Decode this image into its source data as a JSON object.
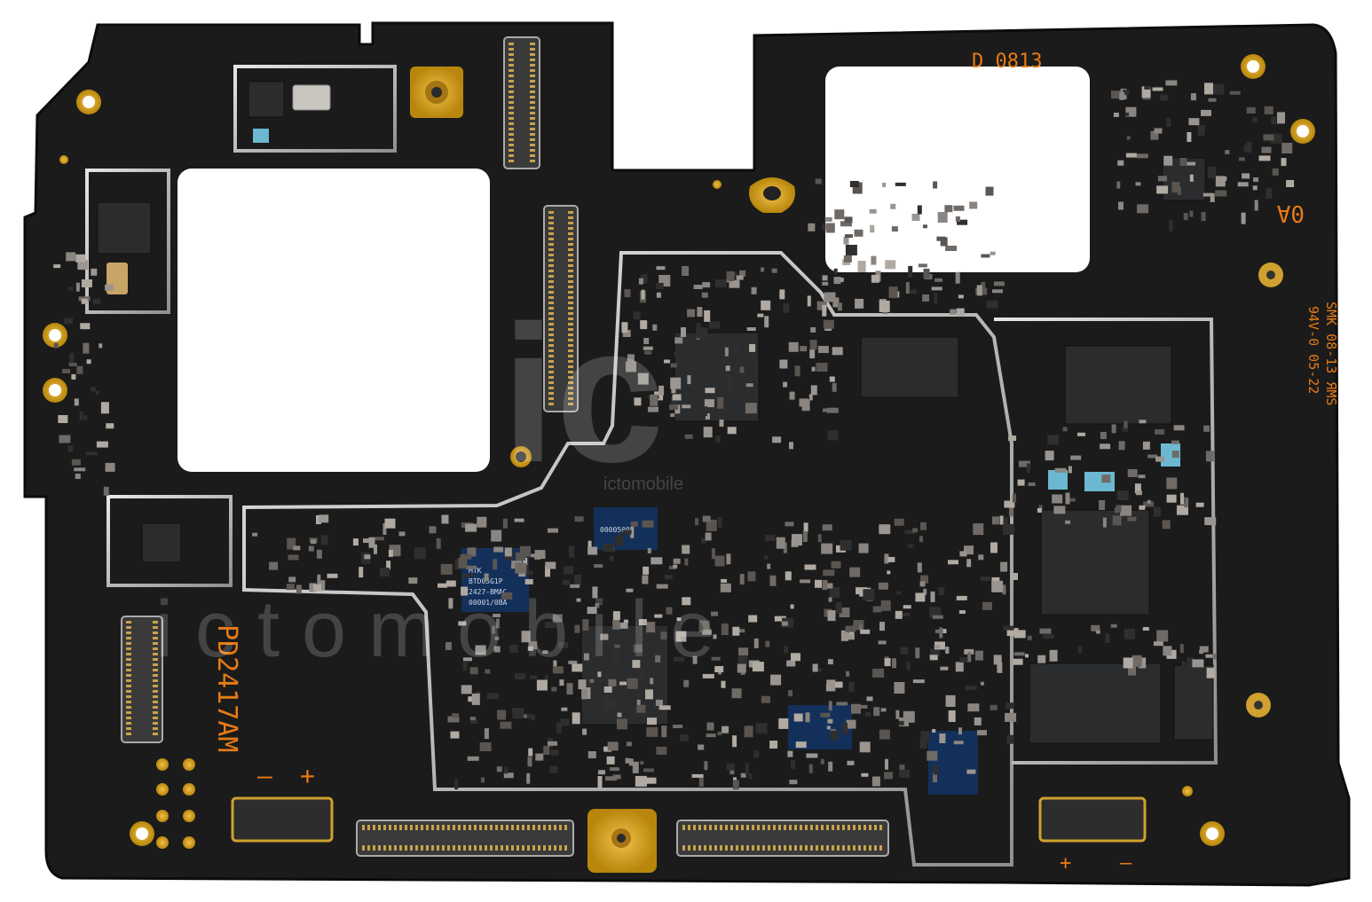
{
  "board": {
    "model_marking": "PD2417AM",
    "revision_marking": "D 0813",
    "corner_marking": "0A",
    "fab_marking_line1": "SMK 08-13 ЯMS",
    "fab_marking_line2": "94V-0 05-22",
    "polarity_plus": "+",
    "polarity_minus": "–"
  },
  "chips": {
    "mtk_label": "MTK",
    "mtk_code1": "BTD05G1P",
    "mtk_code2": "2427-BMAC",
    "mtk_code3": "00001/0BA",
    "mtk_code4": "00005001"
  },
  "watermark": {
    "logo_text": "ic",
    "site_text": "ictomobile",
    "big_text": "i c t o m o b i l e"
  },
  "colors": {
    "pcb": "#1b1b1b",
    "pcb_edge": "#0f0f0f",
    "silk": "#e67a14",
    "gold": "#d8a21e",
    "shield": "#bdbdbd",
    "chip": "#2a2c2e"
  }
}
